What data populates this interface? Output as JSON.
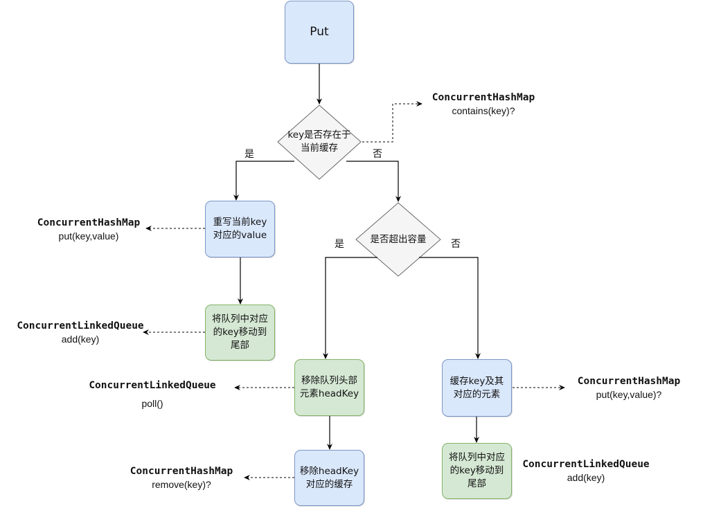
{
  "nodes": {
    "put": "Put",
    "key_exists": "key是否存在于\n当前缓存",
    "overwrite": "重写当前key\n对应的value",
    "move_tail_left": "将队列中对应\n的key移动到\n尾部",
    "over_capacity": "是否超出容量",
    "remove_head": "移除队列头部\n元素headKey",
    "remove_cache": "移除headKey\n对应的缓存",
    "cache_key": "缓存key及其\n对应的元素",
    "move_tail_right": "将队列中对应\n的key移动到\n尾部"
  },
  "branch_labels": {
    "yes1": "是",
    "no1": "否",
    "yes2": "是",
    "no2": "否"
  },
  "notes": {
    "contains": {
      "cls": "ConcurrentHashMap",
      "method": "contains(key)?"
    },
    "put_kv": {
      "cls": "ConcurrentHashMap",
      "method": "put(key,value)"
    },
    "add_left": {
      "cls": "ConcurrentLinkedQueue",
      "method": "add(key)"
    },
    "poll": {
      "cls": "ConcurrentLinkedQueue",
      "method": "poll()"
    },
    "remove": {
      "cls": "ConcurrentHashMap",
      "method": "remove(key)?"
    },
    "put_kv_q": {
      "cls": "ConcurrentHashMap",
      "method": "put(key,value)?"
    },
    "add_right": {
      "cls": "ConcurrentLinkedQueue",
      "method": "add(key)"
    }
  },
  "colors": {
    "blue_fill": "#dae8fc",
    "green_fill": "#d5e8d4",
    "diamond_fill": "#f5f5f5",
    "line": "#000000"
  }
}
